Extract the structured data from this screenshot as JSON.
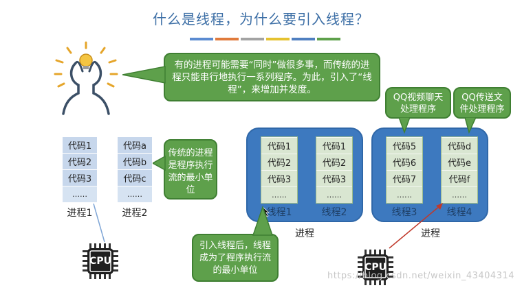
{
  "title": "什么是线程，为什么要引入线程？",
  "title_bar_colors": [
    "#5b8bd1",
    "#e07a3c",
    "#a3a3a3",
    "#e5c230",
    "#4f7fc0",
    "#5ea04b"
  ],
  "callouts": {
    "main": "有的进程可能需要“同时”做很多事，而传统的进程只能串行地执行一系列程序。为此，引入了“线程”，来增加并发度。",
    "side": "传统的进程是程序执行流的最小单位",
    "qq_video": "QQ视频聊天处理程序",
    "qq_file": "QQ传送文件处理程序",
    "bottom": "引入线程后，线程成为了程序执行流的最小单位"
  },
  "left_processes": [
    {
      "label": "进程1",
      "cells": [
        "代码1",
        "代码2",
        "代码3",
        "……"
      ]
    },
    {
      "label": "进程2",
      "cells": [
        "代码a",
        "代码b",
        "代码c",
        "……"
      ]
    }
  ],
  "process_a": {
    "label": "进程",
    "threads": [
      {
        "label": "线程1",
        "cells": [
          "代码1",
          "代码2",
          "代码3",
          "……"
        ]
      },
      {
        "label": "线程2",
        "cells": [
          "代码1",
          "代码2",
          "代码3",
          "……"
        ]
      }
    ]
  },
  "process_b": {
    "label": "进程",
    "threads": [
      {
        "label": "线程3",
        "cells": [
          "代码5",
          "代码6",
          "代码7",
          "……"
        ]
      },
      {
        "label": "线程4",
        "cells": [
          "代码d",
          "代码e",
          "代码f",
          "……"
        ]
      }
    ]
  },
  "cpu_label": "CPU",
  "watermark": "https://blog.csdn.net/weixin_43404314",
  "colors": {
    "callout_green": "#5ea04b",
    "process_blue": "#3d79bf",
    "cell_blue": "#c7d7ec",
    "title_blue": "#3d6fa6",
    "arrow_red": "#c0392b"
  }
}
